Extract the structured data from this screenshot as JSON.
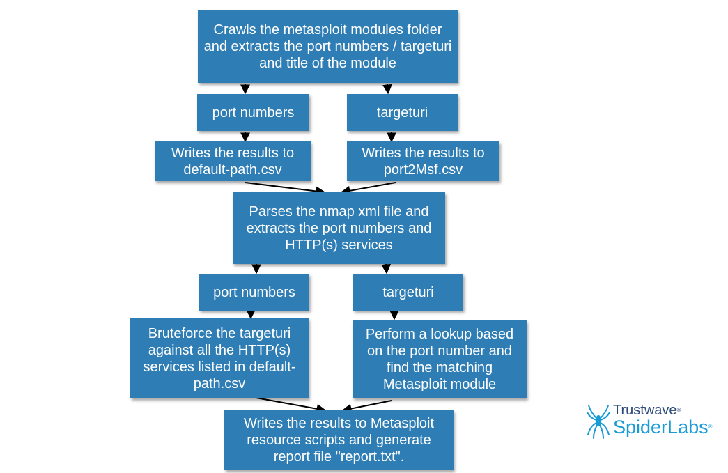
{
  "boxes": {
    "crawl": "Crawls the metasploit modules folder and extracts the port numbers / targeturi and title of the module",
    "port_numbers_1": "port numbers",
    "targeturi_1": "targeturi",
    "write_default_path": "Writes the results to default-path.csv",
    "write_port2msf": "Writes the results to port2Msf.csv",
    "parse_nmap": "Parses the nmap xml file and extracts the port numbers and HTTP(s) services",
    "port_numbers_2": "port numbers",
    "targeturi_2": "targeturi",
    "bruteforce": "Bruteforce the targeturi against all the HTTP(s) services listed in default-path.csv",
    "lookup": "Perform a lookup based on the port number and find the matching Metasploit module",
    "write_resource": "Writes the results to Metasploit resource scripts and generate report file \"report.txt\"."
  },
  "logo": {
    "top": "Trustwave",
    "bottom": "SpiderLabs",
    "mark": "®"
  },
  "colors": {
    "box_fill": "#2e7db5",
    "box_text": "#ffffff",
    "arrow": "#000000",
    "logo_dark": "#2b4a7a",
    "logo_light": "#1a9ad6"
  }
}
